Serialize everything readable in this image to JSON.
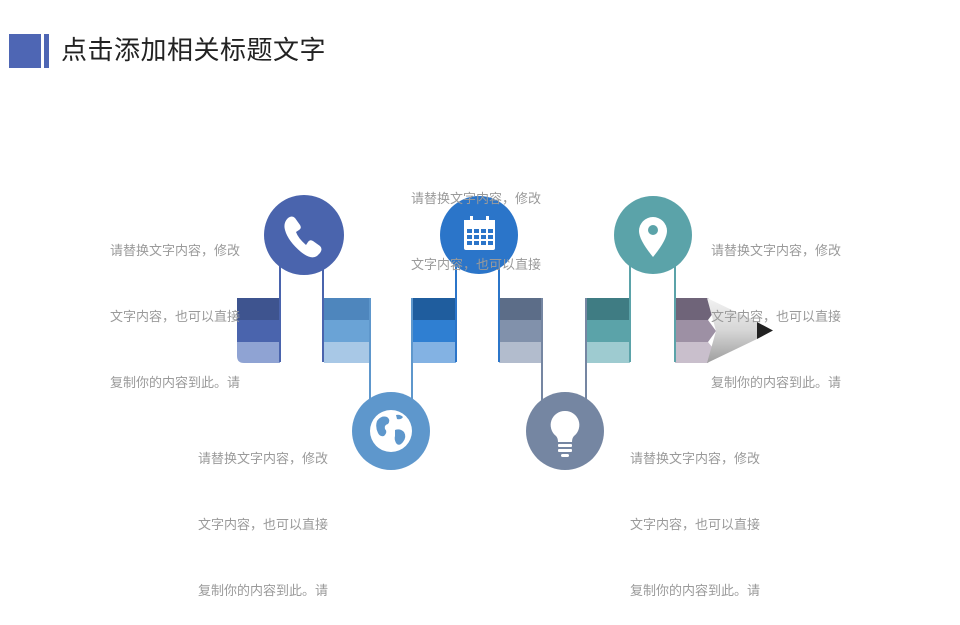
{
  "title": "点击添加相关标题文字",
  "steps": [
    {
      "icon": "phone-icon",
      "color": "#4a64ad",
      "lines": [
        "请替换文字内容，修改",
        "文字内容，也可以直接",
        "复制你的内容到此。请"
      ]
    },
    {
      "icon": "globe-icon",
      "color": "#5e97cc",
      "lines": [
        "请替换文字内容，修改",
        "文字内容，也可以直接",
        "复制你的内容到此。请"
      ]
    },
    {
      "icon": "calendar-icon",
      "color": "#2b75c9",
      "lines": [
        "请替换文字内容，修改",
        "文字内容，也可以直接"
      ]
    },
    {
      "icon": "lightbulb-icon",
      "color": "#7586a2",
      "lines": [
        "请替换文字内容，修改",
        "文字内容，也可以直接",
        "复制你的内容到此。请"
      ]
    },
    {
      "icon": "location-pin-icon",
      "color": "#5ba3a9",
      "lines": [
        "请替换文字内容，修改",
        "文字内容，也可以直接",
        "复制你的内容到此。请"
      ]
    }
  ]
}
